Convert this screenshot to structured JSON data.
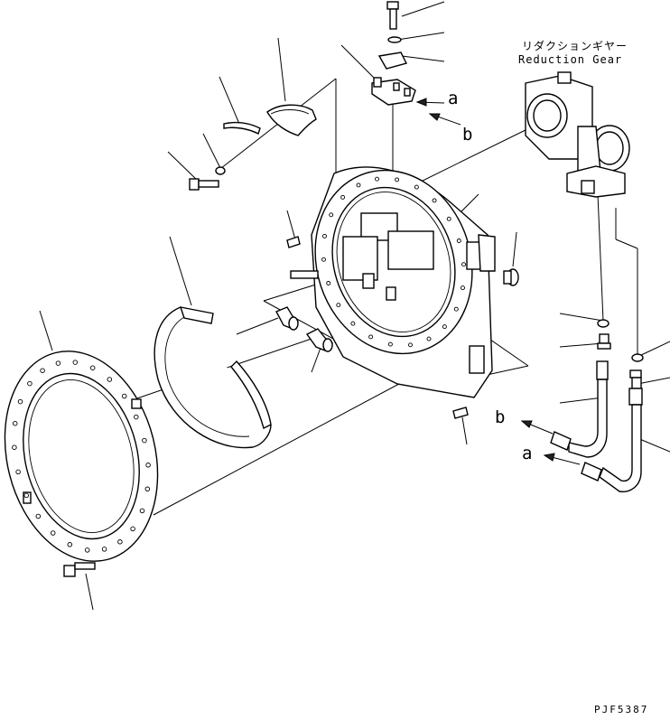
{
  "diagram": {
    "note_jp": "リダクションギヤー",
    "note_en": "Reduction Gear",
    "ref_a_top": "a",
    "ref_b_top": "b",
    "ref_b_bottom": "b",
    "ref_a_bottom": "a",
    "drawing_code": "PJF5387"
  }
}
